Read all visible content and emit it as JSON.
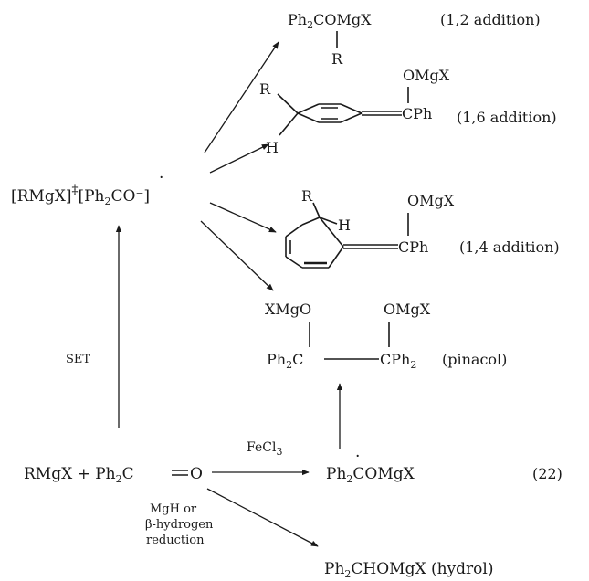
{
  "diagram": {
    "equation_number": "(22)",
    "reactants": {
      "text": "RMgX + Ph₂C=O",
      "rmgx": "RMgX + Ph",
      "sub2": "2",
      "c": "C",
      "o": "O"
    },
    "intermediate": {
      "open": "[RMgX]",
      "charge": "‡",
      "bracket2": "[Ph",
      "sub2": "2",
      "co": "CO",
      "dot": "·",
      "minus": "⁻]"
    },
    "set_label": "SET",
    "fecl3": {
      "base": "FeCl",
      "sub": "3"
    },
    "ketyl": {
      "ph": "Ph",
      "sub": "2",
      "rest": "COMgX",
      "dot": "·"
    },
    "mgh_label": [
      "MgH or",
      "β-hydrogen",
      "reduction"
    ],
    "hydrol": {
      "ph": "Ph",
      "sub": "2",
      "rest": "CHOMgX (hydrol)"
    },
    "products": {
      "p12": {
        "formula": "Ph₂COMgX",
        "ph": "Ph",
        "sub": "2",
        "rest": "COMgX",
        "r": "R",
        "label": "(1,2 addition)"
      },
      "p16": {
        "r": "R",
        "h": "H",
        "omgx": "OMgX",
        "cph": "CPh",
        "label": "(1,6 addition)"
      },
      "p14": {
        "r": "R",
        "h": "H",
        "omgx": "OMgX",
        "cph": "CPh",
        "label": "(1,4 addition)"
      },
      "pinacol": {
        "xmgo": "XMgO",
        "omgx": "OMgX",
        "left": "Ph",
        "left_sub": "2",
        "left_c": "C",
        "right_c": "CPh",
        "right_sub": "2",
        "label": "(pinacol)"
      }
    }
  }
}
